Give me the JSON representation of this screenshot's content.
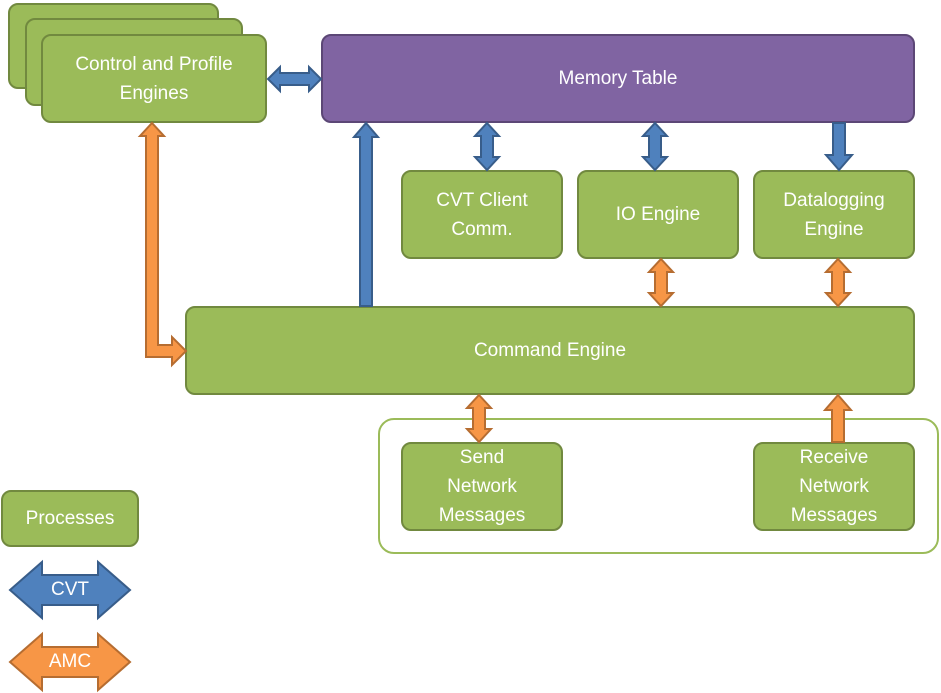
{
  "nodes": {
    "control_profile": "Control and Profile\nEngines",
    "memory_table": "Memory Table",
    "cvt_client": "CVT Client\nComm.",
    "io_engine": "IO Engine",
    "datalogging": "Datalogging\nEngine",
    "command_engine": "Command Engine",
    "send_network": "Send\nNetwork\nMessages",
    "receive_network": "Receive\nNetwork\nMessages"
  },
  "legend": {
    "processes": "Processes",
    "cvt": "CVT",
    "amc": "AMC"
  },
  "colors": {
    "process_fill": "#9bbb59",
    "process_border": "#71893f",
    "memory_fill": "#8064a2",
    "cvt_arrow": "#4f81bd",
    "amc_arrow": "#f79646"
  }
}
